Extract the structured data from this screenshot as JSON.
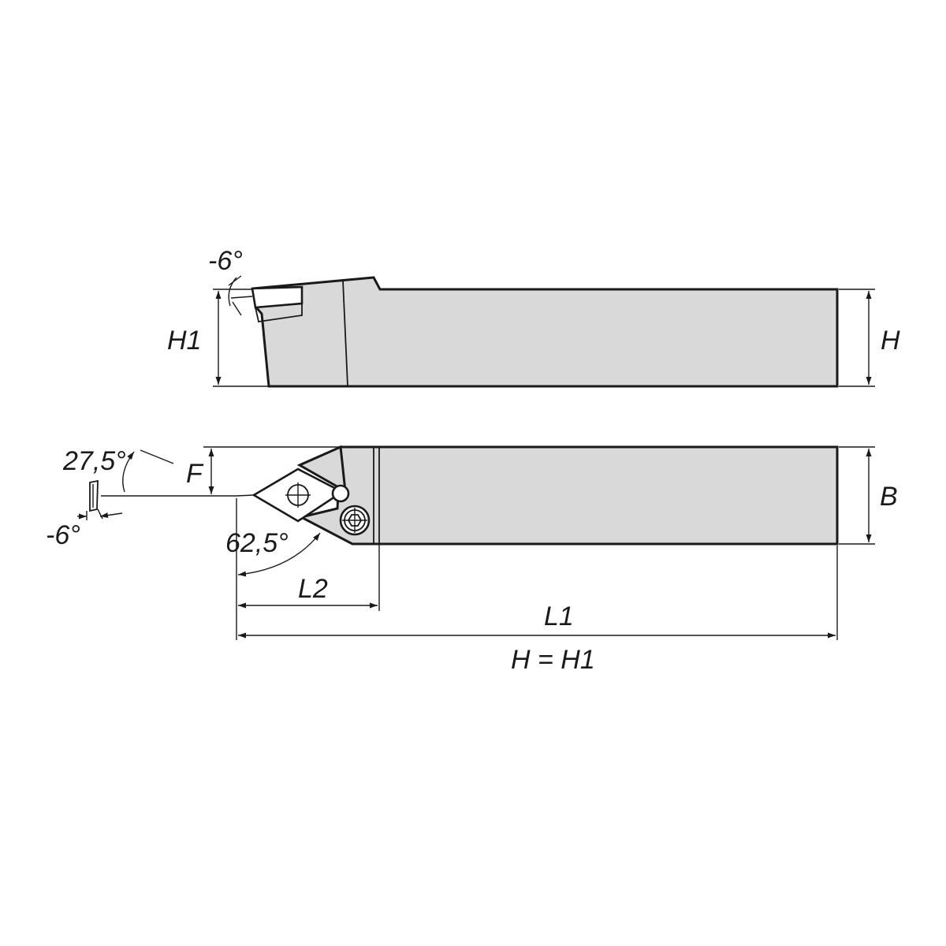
{
  "side_view": {
    "angle_label": "-6°",
    "height_label_left": "H1",
    "height_label_right": "H"
  },
  "top_view": {
    "angle_approach": "27,5°",
    "angle_clearance": "-6°",
    "offset_label": "F",
    "width_label": "B",
    "angle_lead": "62,5°"
  },
  "dimensions": {
    "head_length": "L2",
    "total_length": "L1",
    "note": "H = H1"
  },
  "colors": {
    "body_fill": "#d9d9d9",
    "line": "#1a1a1a",
    "insert_fill": "#ffffff"
  },
  "icons": {
    "insert_screw": "crosshair-circle-icon",
    "clamp_screw": "hex-socket-screw-icon"
  }
}
